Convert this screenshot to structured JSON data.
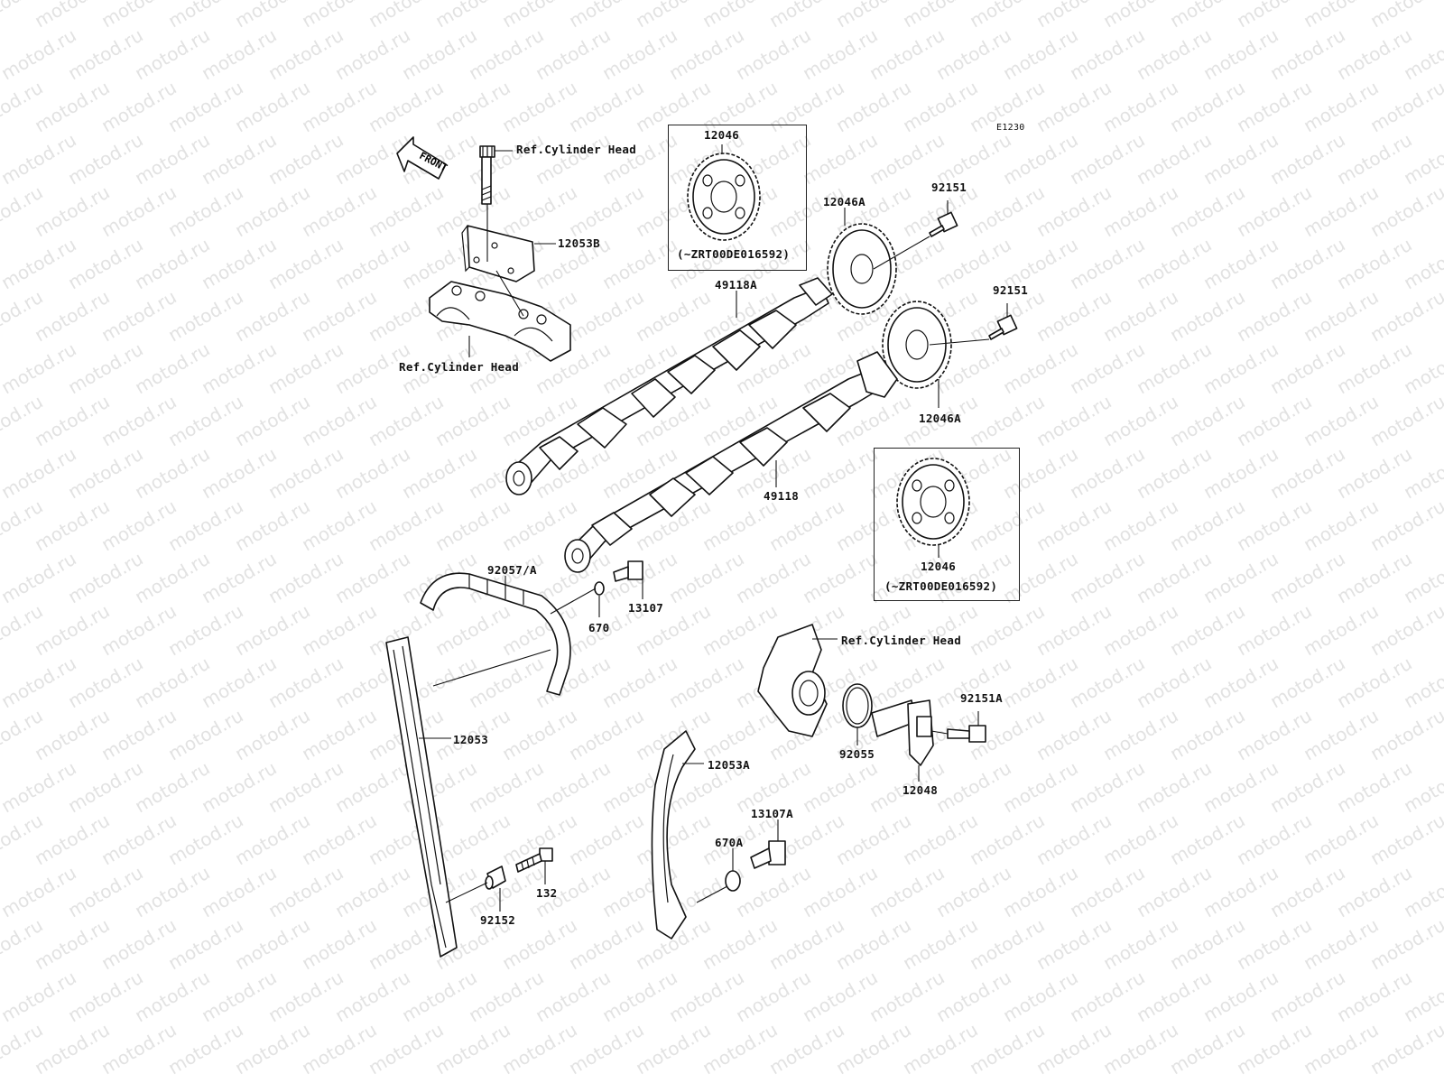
{
  "diagram_code": "E1230",
  "front_label": "FRONT",
  "watermark": "motod.ru",
  "labels": {
    "ref_head_1": "Ref.Cylinder Head",
    "ref_head_2": "Ref.Cylinder Head",
    "ref_head_3": "Ref.Cylinder Head",
    "p12053B": "12053B",
    "p12046_top": "12046",
    "note_top": "(~ZRT00DE016592)",
    "p12046A_top": "12046A",
    "p92151_top": "92151",
    "p92151_mid": "92151",
    "p49118A": "49118A",
    "p12046A_mid": "12046A",
    "p49118": "49118",
    "p12046_bottom": "12046",
    "note_bottom": "(~ZRT00DE016592)",
    "p92057A": "92057/A",
    "p13107": "13107",
    "p670": "670",
    "p92151A": "92151A",
    "p92055": "92055",
    "p12048": "12048",
    "p12053": "12053",
    "p12053A": "12053A",
    "p13107A": "13107A",
    "p670A": "670A",
    "p132": "132",
    "p92152": "92152"
  }
}
